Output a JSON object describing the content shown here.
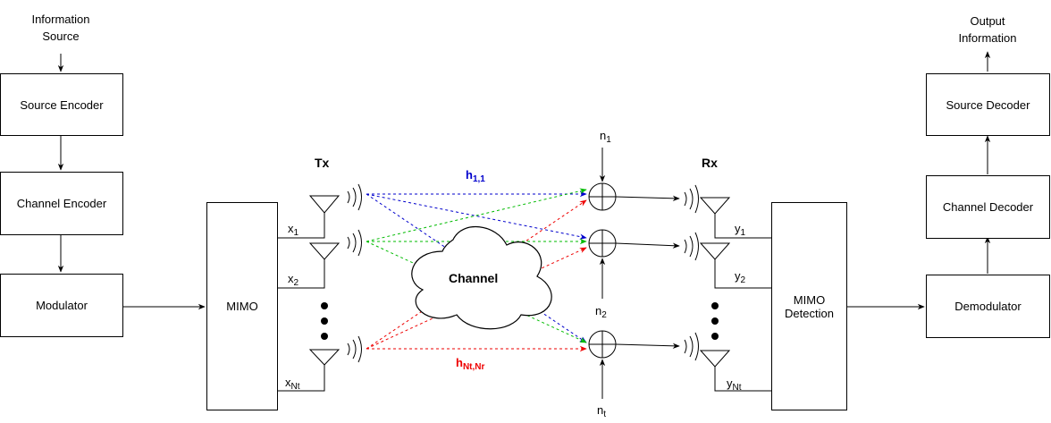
{
  "blocks": {
    "info_source": "Information Source",
    "source_encoder": "Source Encoder",
    "channel_encoder": "Channel Encoder",
    "modulator": "Modulator",
    "mimo": "MIMO",
    "mimo_detection": "MIMO Detection",
    "demodulator": "Demodulator",
    "channel_decoder": "Channel Decoder",
    "source_decoder": "Source Decoder",
    "output_info": "Output Information"
  },
  "labels": {
    "tx": "Tx",
    "rx": "Rx",
    "channel": "Channel",
    "h_first": {
      "base": "h",
      "sub": "1,1"
    },
    "h_last": {
      "base": "h",
      "sub": "Nt,Nr"
    }
  },
  "tx_signals": [
    {
      "base": "x",
      "sub": "1"
    },
    {
      "base": "x",
      "sub": "2"
    },
    {
      "base": "x",
      "sub": "Nt"
    }
  ],
  "rx_signals": [
    {
      "base": "y",
      "sub": "1"
    },
    {
      "base": "y",
      "sub": "2"
    },
    {
      "base": "y",
      "sub": "Nt"
    }
  ],
  "noise": [
    {
      "base": "n",
      "sub": "1"
    },
    {
      "base": "n",
      "sub": "2"
    },
    {
      "base": "n",
      "sub": "t"
    }
  ],
  "colors": {
    "blue": "#0000cc",
    "green": "#00bb00",
    "red": "#ee0000",
    "line": "#000000"
  }
}
